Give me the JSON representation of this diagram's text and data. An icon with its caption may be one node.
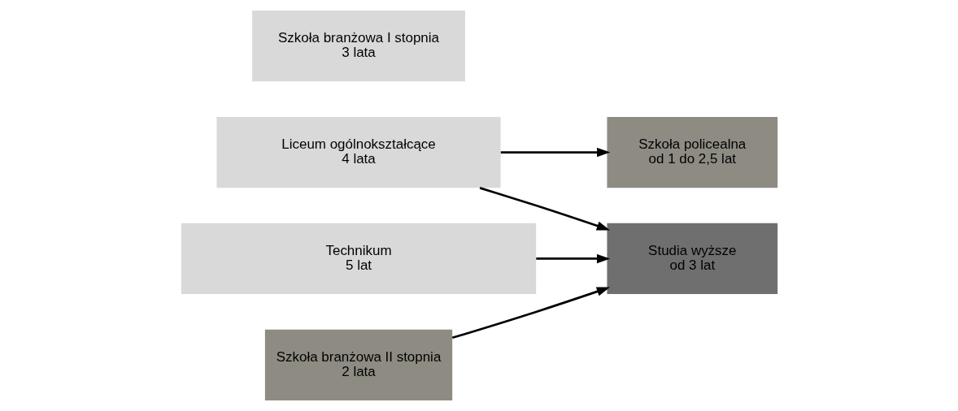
{
  "diagram": {
    "nodes": [
      {
        "text": [
          "Liceum ogólnokształcące",
          "4 lata"
        ]
      },
      {
        "text": [
          "Szkoła policealna",
          "od 1 do 2,5 lat"
        ]
      },
      {
        "text": [
          "Technikum",
          "5 lat"
        ]
      },
      {
        "text": [
          "Studia wyższe",
          "od 3 lat"
        ]
      },
      {
        "text": [
          "Szkoła branżowa I stopnia",
          "3 lata"
        ]
      },
      {
        "text": [
          "Szkoła branżowa II stopnia",
          "2 lata"
        ]
      }
    ],
    "edges": [
      {
        "from": 0,
        "to": 1,
        "arrow": "to"
      },
      {
        "from": 0,
        "to": 3,
        "arrow": "to"
      },
      {
        "from": 2,
        "to": 3,
        "arrow": "to"
      },
      {
        "from": 5,
        "to": 3,
        "arrow": "to"
      }
    ]
  }
}
